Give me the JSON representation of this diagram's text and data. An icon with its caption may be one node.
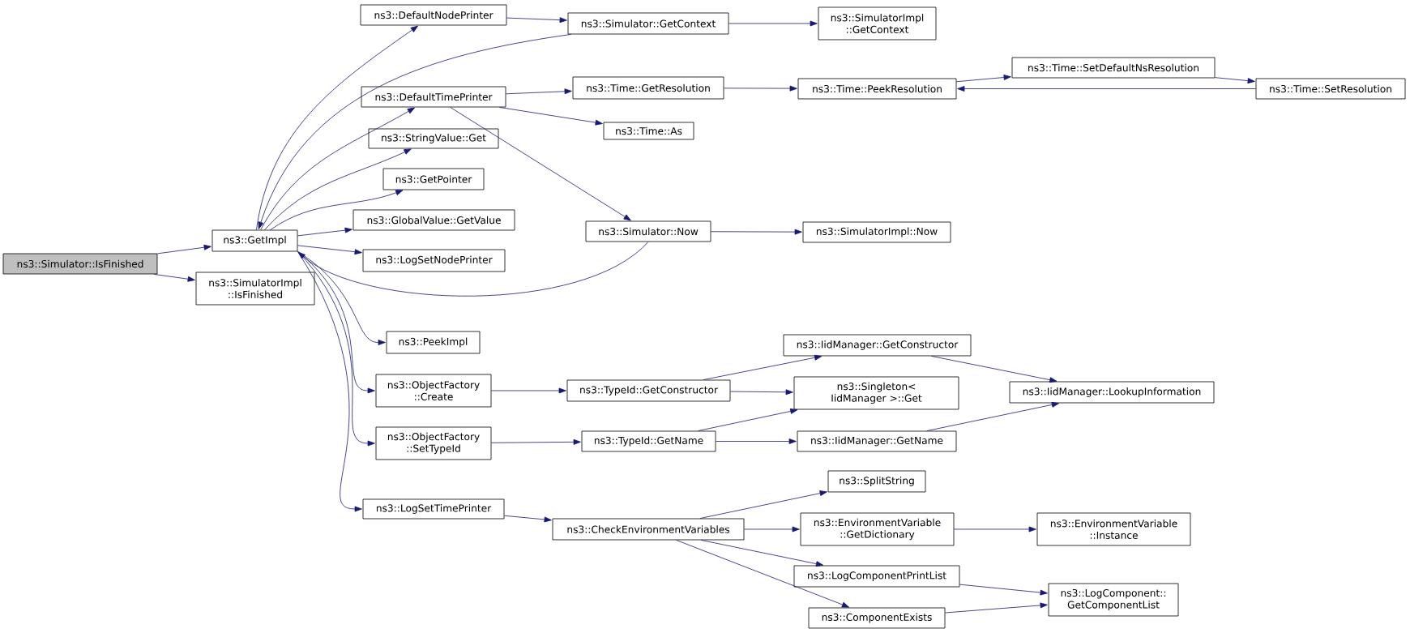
{
  "diagram": {
    "nodes": [
      {
        "text": [
          "ns3::Simulator::IsFinished"
        ]
      },
      {
        "text": [
          "ns3::GetImpl"
        ]
      },
      {
        "text": [
          "ns3::SimulatorImpl ::IsFinished"
        ]
      },
      {
        "text": [
          "ns3::DefaultNodePrinter"
        ]
      },
      {
        "text": [
          "ns3::Simulator::GetContext"
        ]
      },
      {
        "text": [
          "ns3::SimulatorImpl ::GetContext"
        ]
      },
      {
        "text": [
          "ns3::DefaultTimePrinter"
        ]
      },
      {
        "text": [
          "ns3::Time::GetResolution"
        ]
      },
      {
        "text": [
          "ns3::Time::PeekResolution"
        ]
      },
      {
        "text": [
          "ns3::Time::SetDefaultNsResolution"
        ]
      },
      {
        "text": [
          "ns3::Time::SetResolution"
        ]
      },
      {
        "text": [
          "ns3::Time::As"
        ]
      },
      {
        "text": [
          "ns3::StringValue::Get"
        ]
      },
      {
        "text": [
          "ns3::GetPointer"
        ]
      },
      {
        "text": [
          "ns3::Simulator::Now"
        ]
      },
      {
        "text": [
          "ns3::SimulatorImpl::Now"
        ]
      },
      {
        "text": [
          "ns3::GlobalValue::GetValue"
        ]
      },
      {
        "text": [
          "ns3::LogSetNodePrinter"
        ]
      },
      {
        "text": [
          "ns3::PeekImpl"
        ]
      },
      {
        "text": [
          "ns3::ObjectFactory ::Create"
        ]
      },
      {
        "text": [
          "ns3::TypeId::GetConstructor"
        ]
      },
      {
        "text": [
          "ns3::IidManager::GetConstructor"
        ]
      },
      {
        "text": [
          "ns3::Singleton< IidManager >::Get"
        ]
      },
      {
        "text": [
          "ns3::IidManager::LookupInformation"
        ]
      },
      {
        "text": [
          "ns3::ObjectFactory ::SetTypeId"
        ]
      },
      {
        "text": [
          "ns3::TypeId::GetName"
        ]
      },
      {
        "text": [
          "ns3::IidManager::GetName"
        ]
      },
      {
        "text": [
          "ns3::LogSetTimePrinter"
        ]
      },
      {
        "text": [
          "ns3::CheckEnvironmentVariables"
        ]
      },
      {
        "text": [
          "ns3::SplitString"
        ]
      },
      {
        "text": [
          "ns3::EnvironmentVariable ::GetDictionary"
        ]
      },
      {
        "text": [
          "ns3::EnvironmentVariable ::Instance"
        ]
      },
      {
        "text": [
          "ns3::LogComponentPrintList"
        ]
      },
      {
        "text": [
          "ns3::ComponentExists"
        ]
      },
      {
        "text": [
          "ns3::LogComponent:: GetComponentList"
        ]
      }
    ],
    "edges": [
      {
        "from": 0,
        "to": 1,
        "arrow": "to"
      },
      {
        "from": 0,
        "to": 2,
        "arrow": "to"
      },
      {
        "from": 1,
        "to": 3,
        "arrow": "to"
      },
      {
        "from": 1,
        "to": 6,
        "arrow": "to"
      },
      {
        "from": 1,
        "to": 12,
        "arrow": "to"
      },
      {
        "from": 1,
        "to": 13,
        "arrow": "to"
      },
      {
        "from": 1,
        "to": 16,
        "arrow": "to"
      },
      {
        "from": 1,
        "to": 17,
        "arrow": "to"
      },
      {
        "from": 1,
        "to": 18,
        "arrow": "to"
      },
      {
        "from": 1,
        "to": 19,
        "arrow": "to"
      },
      {
        "from": 1,
        "to": 24,
        "arrow": "to"
      },
      {
        "from": 1,
        "to": 27,
        "arrow": "to"
      },
      {
        "from": 3,
        "to": 4,
        "arrow": "to"
      },
      {
        "from": 4,
        "to": 1,
        "arrow": "to"
      },
      {
        "from": 4,
        "to": 5,
        "arrow": "to"
      },
      {
        "from": 6,
        "to": 7,
        "arrow": "to"
      },
      {
        "from": 6,
        "to": 11,
        "arrow": "to"
      },
      {
        "from": 6,
        "to": 14,
        "arrow": "to"
      },
      {
        "from": 7,
        "to": 8,
        "arrow": "to"
      },
      {
        "from": 8,
        "to": 9,
        "arrow": "to"
      },
      {
        "from": 9,
        "to": 10,
        "arrow": "to"
      },
      {
        "from": 10,
        "to": 8,
        "arrow": "to"
      },
      {
        "from": 14,
        "to": 1,
        "arrow": "to"
      },
      {
        "from": 14,
        "to": 15,
        "arrow": "to"
      },
      {
        "from": 19,
        "to": 20,
        "arrow": "to"
      },
      {
        "from": 20,
        "to": 21,
        "arrow": "to"
      },
      {
        "from": 20,
        "to": 22,
        "arrow": "to"
      },
      {
        "from": 21,
        "to": 23,
        "arrow": "to"
      },
      {
        "from": 24,
        "to": 25,
        "arrow": "to"
      },
      {
        "from": 25,
        "to": 22,
        "arrow": "to"
      },
      {
        "from": 25,
        "to": 26,
        "arrow": "to"
      },
      {
        "from": 26,
        "to": 23,
        "arrow": "to"
      },
      {
        "from": 27,
        "to": 28,
        "arrow": "to"
      },
      {
        "from": 28,
        "to": 29,
        "arrow": "to"
      },
      {
        "from": 28,
        "to": 30,
        "arrow": "to"
      },
      {
        "from": 28,
        "to": 32,
        "arrow": "to"
      },
      {
        "from": 28,
        "to": 33,
        "arrow": "to"
      },
      {
        "from": 30,
        "to": 31,
        "arrow": "to"
      },
      {
        "from": 32,
        "to": 34,
        "arrow": "to"
      },
      {
        "from": 33,
        "to": 34,
        "arrow": "to"
      }
    ]
  }
}
